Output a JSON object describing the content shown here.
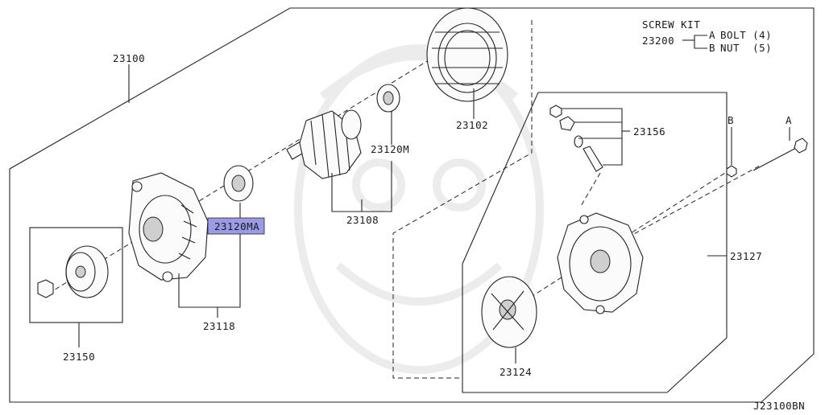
{
  "diagram": {
    "part_labels": {
      "p23100": "23100",
      "p23102": "23102",
      "p23120M": "23120M",
      "p23108": "23108",
      "p23120MA": "23120MA",
      "p23118": "23118",
      "p23150": "23150",
      "p23156": "23156",
      "p23127": "23127",
      "p23124": "23124"
    },
    "screw_kit": {
      "title": "SCREW KIT",
      "number": "23200",
      "items": [
        {
          "letter": "A",
          "text": "BOLT (4)"
        },
        {
          "letter": "B",
          "text": "NUT  (5)"
        }
      ]
    },
    "callouts": {
      "a": "A",
      "b": "B"
    },
    "highlight_color": "#9a9ae6",
    "diagram_code": "J23100BN"
  }
}
